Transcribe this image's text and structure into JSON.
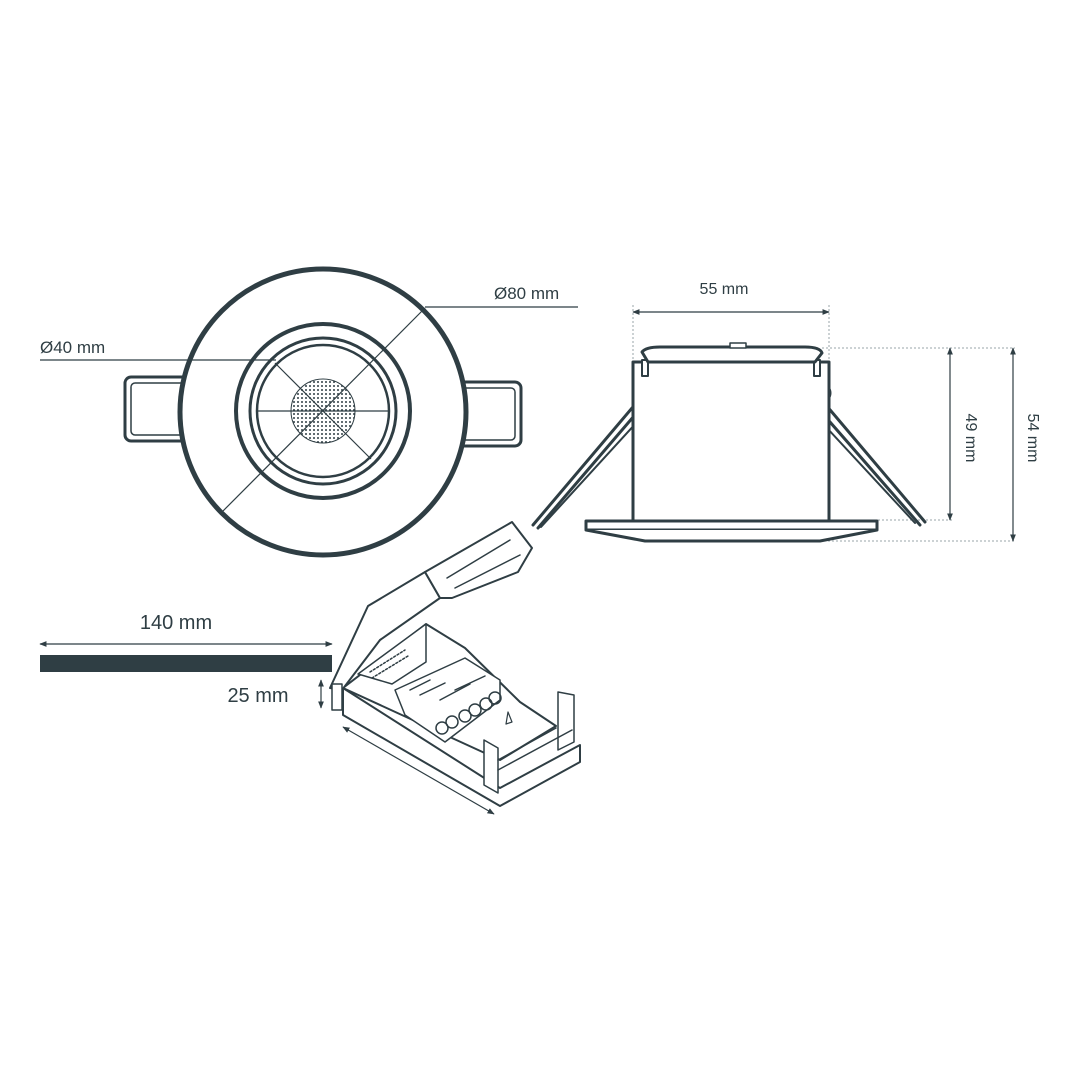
{
  "diagram": {
    "title": "Recessed sensor dimensions",
    "colors": {
      "line": "#2f3e44",
      "dimension_guide": "#9aa4a8",
      "background": "#ffffff"
    },
    "top_view": {
      "outer_diameter_label": "Ø80 mm",
      "inner_diameter_label": "Ø40 mm"
    },
    "side_view": {
      "width_label": "55 mm",
      "body_height_label": "49 mm",
      "total_height_label": "54 mm"
    },
    "cable_box": {
      "length_label": "140 mm",
      "height_label": "25 mm"
    }
  }
}
